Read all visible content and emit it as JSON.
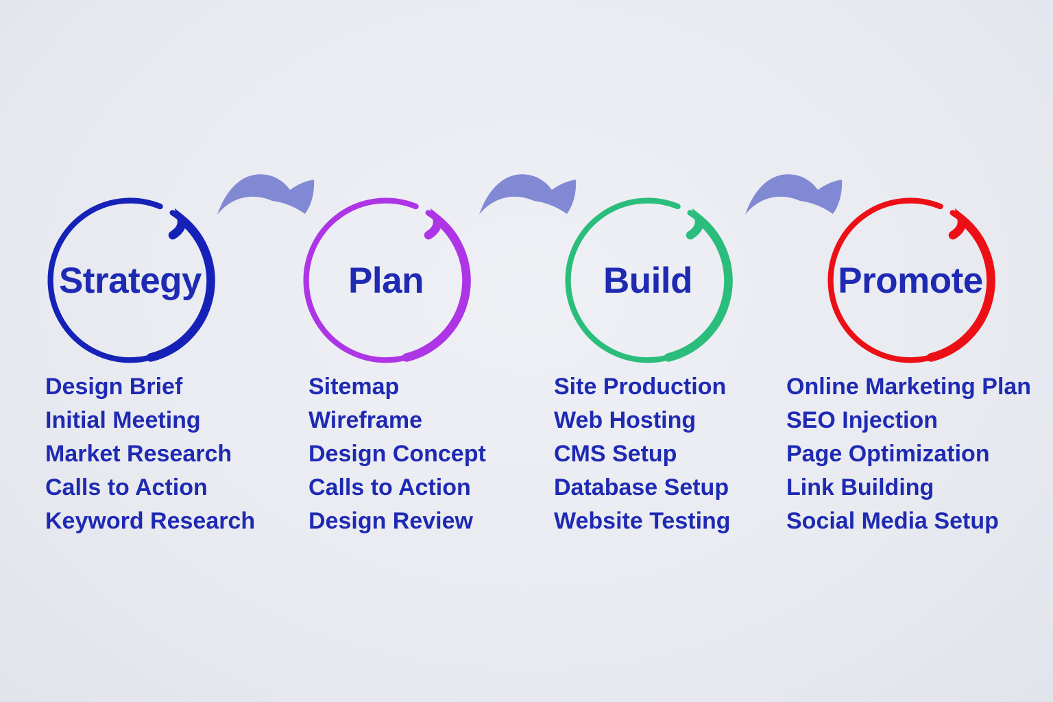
{
  "diagram": {
    "background_color": "#e9ebf1",
    "text_color": "#1f2ab3",
    "arrow": {
      "name": "curved-right-arrow",
      "color": "#8289d4",
      "count": 3
    },
    "stages": [
      {
        "label": "Strategy",
        "color": "#1622b7",
        "items": [
          "Design Brief",
          "Initial Meeting",
          "Market Research",
          "Calls to Action",
          "Keyword Research"
        ]
      },
      {
        "label": "Plan",
        "color": "#ae35e6",
        "items": [
          "Sitemap",
          "Wireframe",
          "Design Concept",
          "Calls to Action",
          "Design Review"
        ]
      },
      {
        "label": "Build",
        "color": "#2abd7b",
        "items": [
          "Site Production",
          "Web Hosting",
          "CMS Setup",
          "Database Setup",
          "Website Testing"
        ]
      },
      {
        "label": "Promote",
        "color": "#ec1016",
        "items": [
          "Online Marketing Plan",
          "SEO Injection",
          "Page Optimization",
          "Link Building",
          "Social Media Setup"
        ]
      }
    ]
  }
}
